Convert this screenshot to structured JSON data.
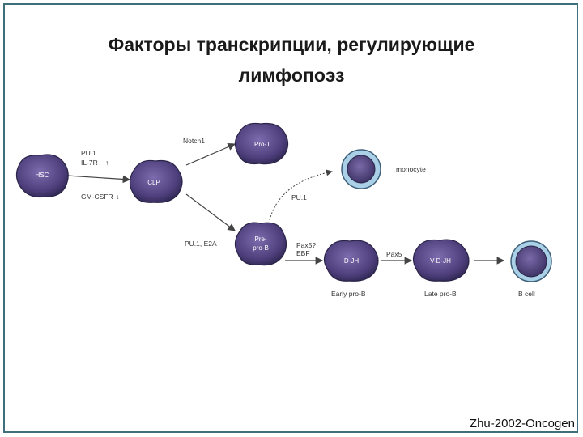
{
  "slide": {
    "title_line1": "Факторы транскрипции, регулирующие",
    "title_line2": "лимфопоэз",
    "credit": "Zhu-2002-Oncogen"
  },
  "cells": {
    "hsc": "HSC",
    "clp": "CLP",
    "pro_t": "Pro-T",
    "pre_pro_b_1": "Pre-",
    "pre_pro_b_2": "pro-B",
    "d_jh": "D-JH",
    "v_d_jh": "V-D-JH"
  },
  "labels": {
    "pu1_il7r_1": "PU.1",
    "pu1_il7r_2": "IL-7R",
    "gm_csfr": "GM-CSFR",
    "notch1": "Notch1",
    "pu1_e2a": "PU.1,  E2A",
    "pu1_mono": "PU.1",
    "pax5_q": "Pax5?",
    "ebf": "EBF",
    "pax5": "Pax5",
    "monocyte": "monocyte",
    "early_pro_b": "Early pro-B",
    "late_pro_b": "Late pro-B",
    "b_cell": "B cell"
  },
  "colors": {
    "cell_fill": "#5a4a86",
    "cell_outline": "#2a2448",
    "mono_ring": "#6a9ec0",
    "border": "#3f6f7d",
    "arrow": "#444444"
  }
}
